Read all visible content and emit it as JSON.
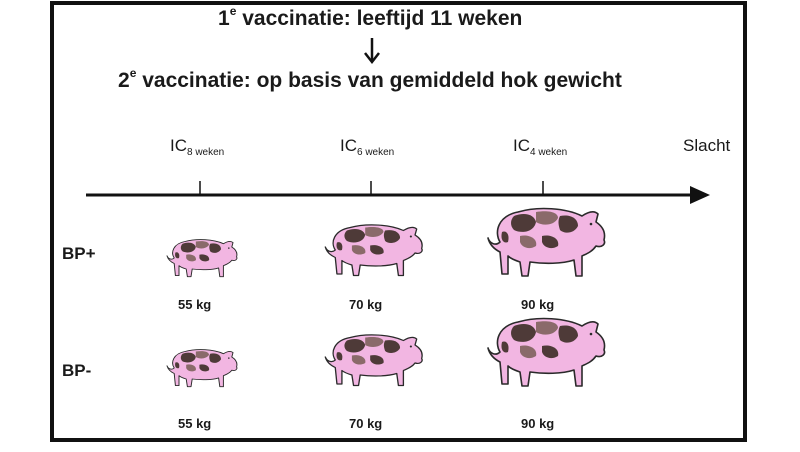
{
  "title_line1": {
    "prefix": "1",
    "sup": "e",
    "text": " vaccinatie: leeftijd 11 weken"
  },
  "title_line2": {
    "prefix": "2",
    "sup": "e",
    "text": " vaccinatie: op basis van gemiddeld hok gewicht"
  },
  "timeline": {
    "ticks": [
      {
        "main": "IC",
        "sub": "8 weken"
      },
      {
        "main": "IC",
        "sub": "6 weken"
      },
      {
        "main": "IC",
        "sub": "4 weken"
      }
    ],
    "end_label": "Slacht"
  },
  "rows": [
    {
      "label": "BP+",
      "weights": [
        "55 kg",
        "70 kg",
        "90 kg"
      ]
    },
    {
      "label": "BP-",
      "weights": [
        "55 kg",
        "70 kg",
        "90 kg"
      ]
    }
  ],
  "colors": {
    "pig_body": "#f2b6e2",
    "pig_spots": "#4e3a38",
    "pig_spots_light": "#8a6a6a",
    "outline": "#2a2a2a"
  }
}
